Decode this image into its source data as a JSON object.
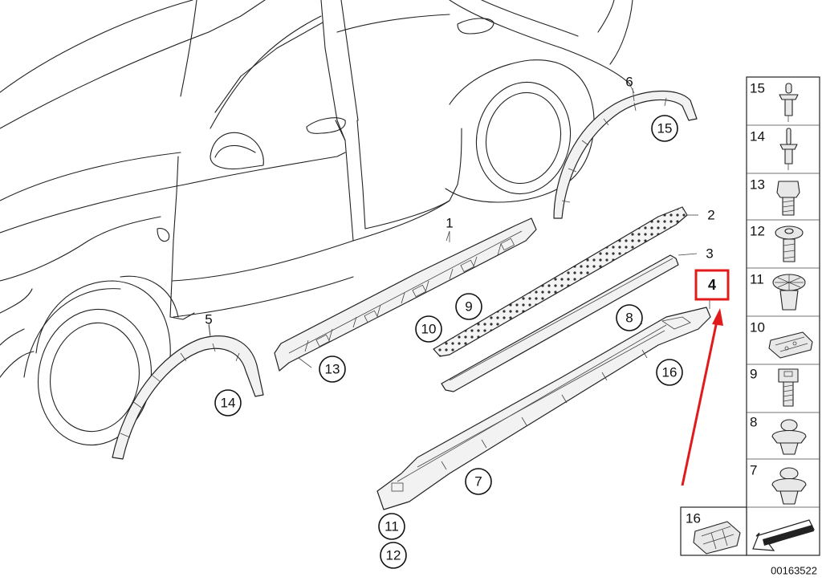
{
  "callouts": {
    "c1": "1",
    "c2": "2",
    "c3": "3",
    "c4": "4",
    "c5": "5",
    "c6": "6",
    "c7": "7",
    "c8": "8",
    "c9": "9",
    "c10": "10",
    "c11": "11",
    "c12": "12",
    "c13": "13",
    "c14": "14",
    "c15": "15",
    "c16": "16"
  },
  "parts_panel": {
    "items": [
      "15",
      "14",
      "13",
      "12",
      "11",
      "10",
      "9",
      "8",
      "7",
      "16"
    ]
  },
  "document_number": "00163522",
  "highlight": {
    "color": "#e11b1b",
    "target_label": "4"
  },
  "icons": [
    "car-body-outline",
    "rivet-icon",
    "hex-bolt-icon",
    "plastic-expanding-rivet-icon",
    "clip-icon",
    "screw-icon",
    "clamp-icon",
    "direction-arrow-icon"
  ]
}
